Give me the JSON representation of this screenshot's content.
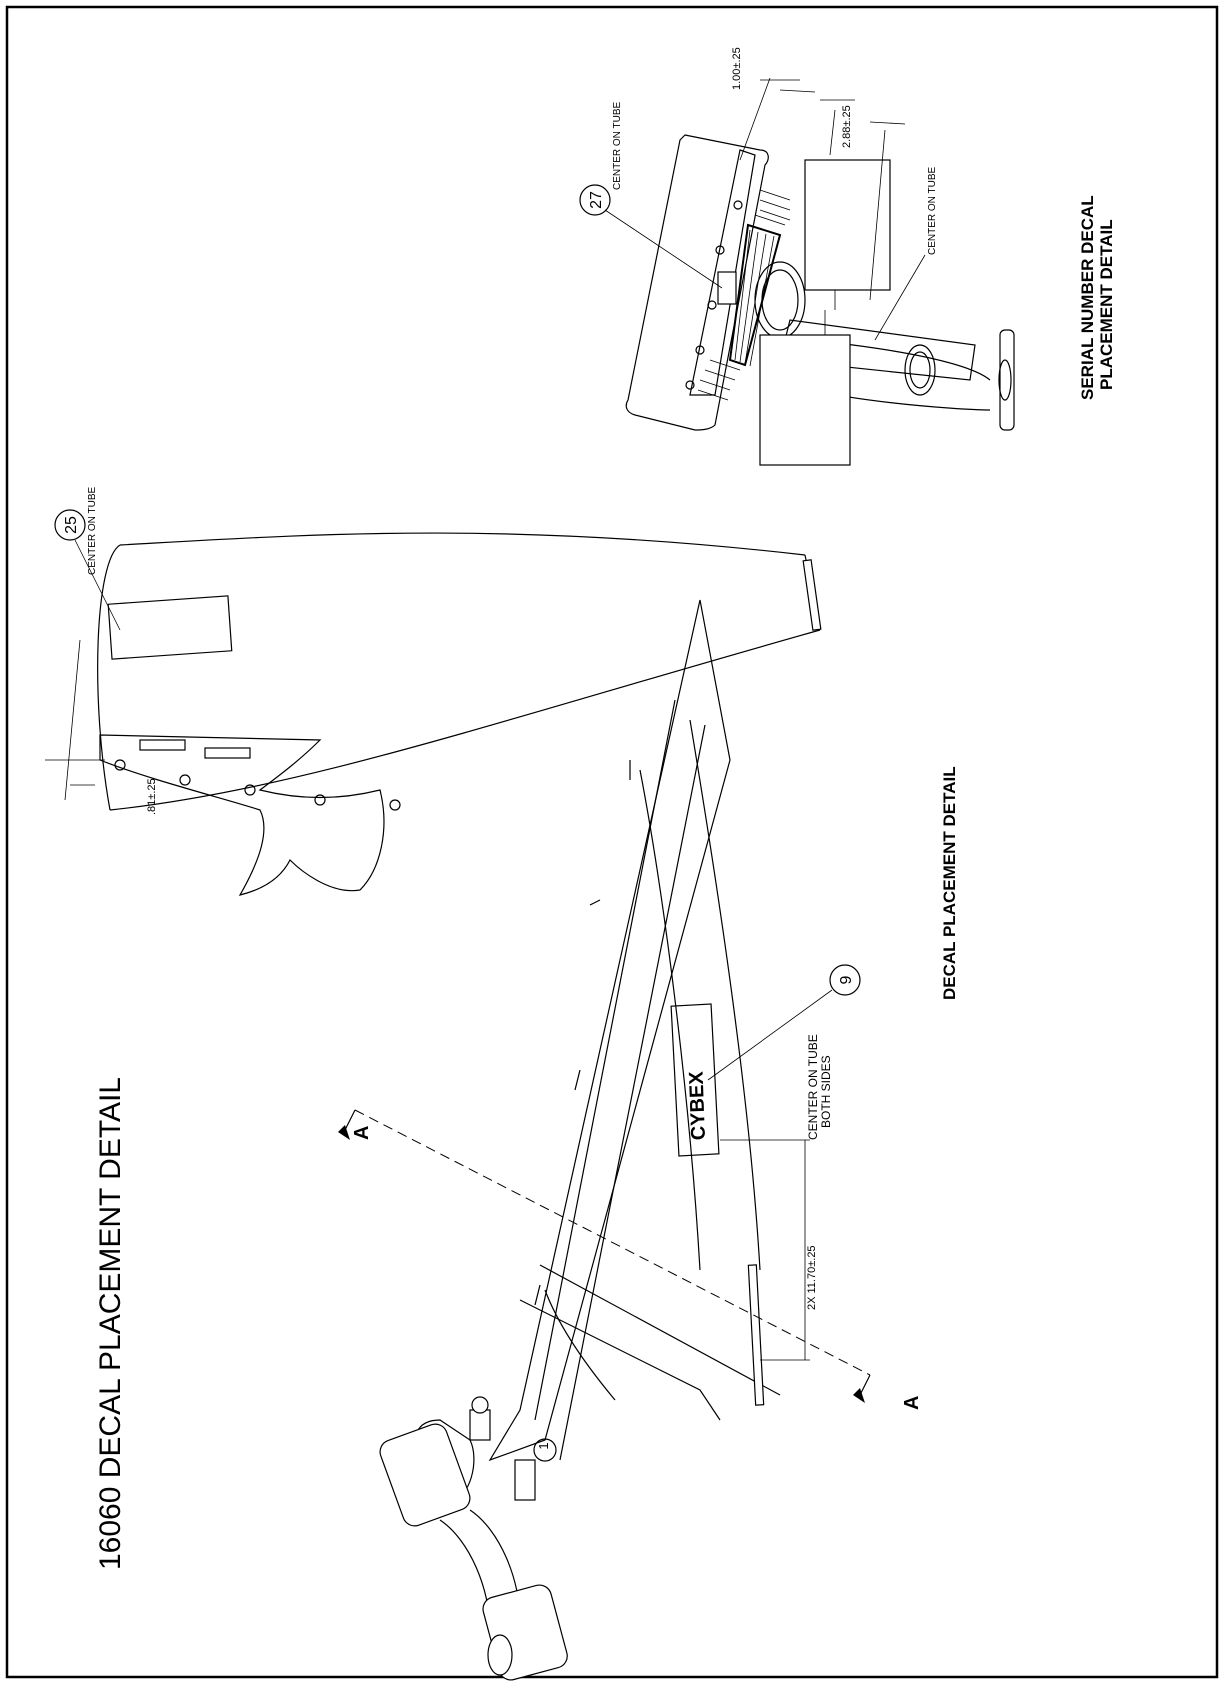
{
  "sheet_title": "16060 DECAL PLACEMENT DETAIL",
  "decal_detail_title": "DECAL PLACEMENT DETAIL",
  "serial_detail_title_line1": "SERIAL NUMBER DECAL",
  "serial_detail_title_line2": "PLACEMENT DETAIL",
  "brand_logo_text": "CYBEX",
  "section_marker": "A",
  "balloons": {
    "b25": "25",
    "b27": "27",
    "b9": "9",
    "b1": "1"
  },
  "notes": {
    "center_on_tube": "CENTER ON TUBE",
    "both_sides": "BOTH SIDES"
  },
  "dimensions": {
    "d81": ".81±.25",
    "d100": "1.00±.25",
    "d288": "2.88±.25",
    "d1170": "2X 11.70±.25"
  }
}
